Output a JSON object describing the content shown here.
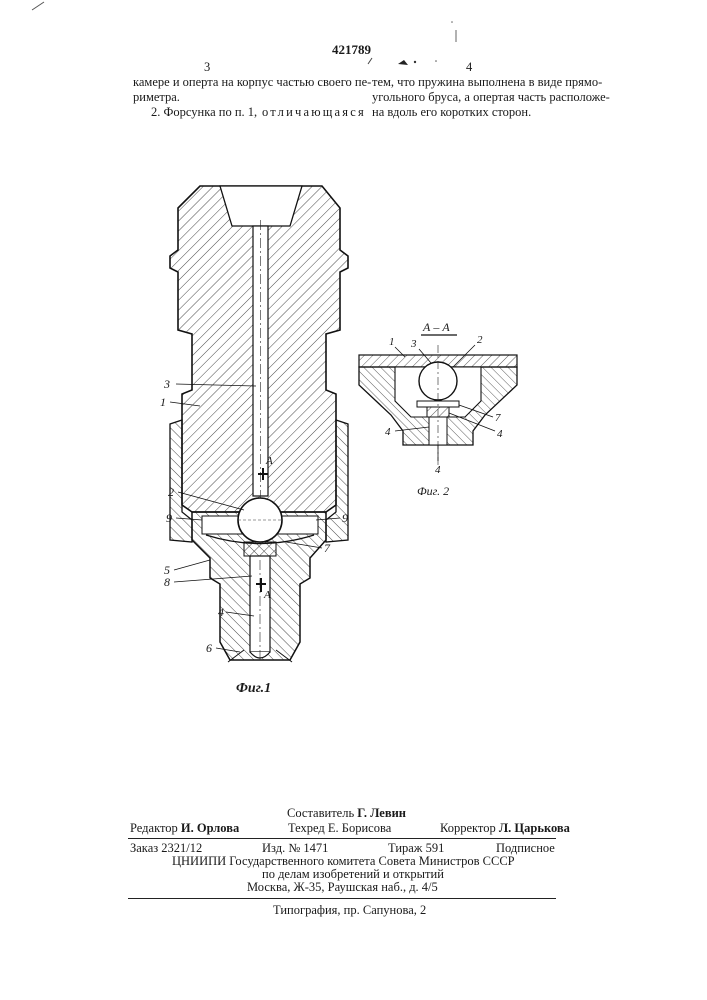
{
  "header": {
    "patent_number": "421789",
    "col_left": "3",
    "col_right": "4"
  },
  "claims": {
    "left_line1": "камере и оперта на корпус частью своего пе-",
    "left_line2": "риметра.",
    "left_line3_a": "2. Форсунка   по   п.  1,",
    "left_line3_b": "отличающаяся",
    "right_line1": "тем, что пружина выполнена   в   виде прямо-",
    "right_line2": "угольного бруса, а опертая часть расположе-",
    "right_line3": "на вдоль его коротких сторон."
  },
  "figure1": {
    "caption": "Фиг.1",
    "labels": [
      "3",
      "1",
      "2",
      "9",
      "9",
      "7",
      "5",
      "8",
      "4",
      "6",
      "A",
      "A"
    ]
  },
  "figure2": {
    "section_title": "А – А",
    "caption": "Фиг. 2",
    "labels": [
      "1",
      "3",
      "2",
      "7",
      "4",
      "4",
      "4"
    ]
  },
  "footer": {
    "compiler_label": "Составитель",
    "compiler_name": "Г. Левин",
    "editor_label": "Редактор",
    "editor_name": "И. Орлова",
    "techred_label": "Техред",
    "techred_name": "Е. Борисова",
    "corrector_label": "Корректор",
    "corrector_name": "Л. Царькова",
    "order": "Заказ 2321/12",
    "izd": "Изд. № 1471",
    "tirazh": "Тираж 591",
    "podpisnoe": "Подписное",
    "org_line1": "ЦНИИПИ Государственного комитета Совета Министров СССР",
    "org_line2": "по делам изобретений и открытий",
    "org_line3": "Москва, Ж-35, Раушская наб., д. 4/5",
    "print": "Типография, пр. Сапунова, 2"
  }
}
